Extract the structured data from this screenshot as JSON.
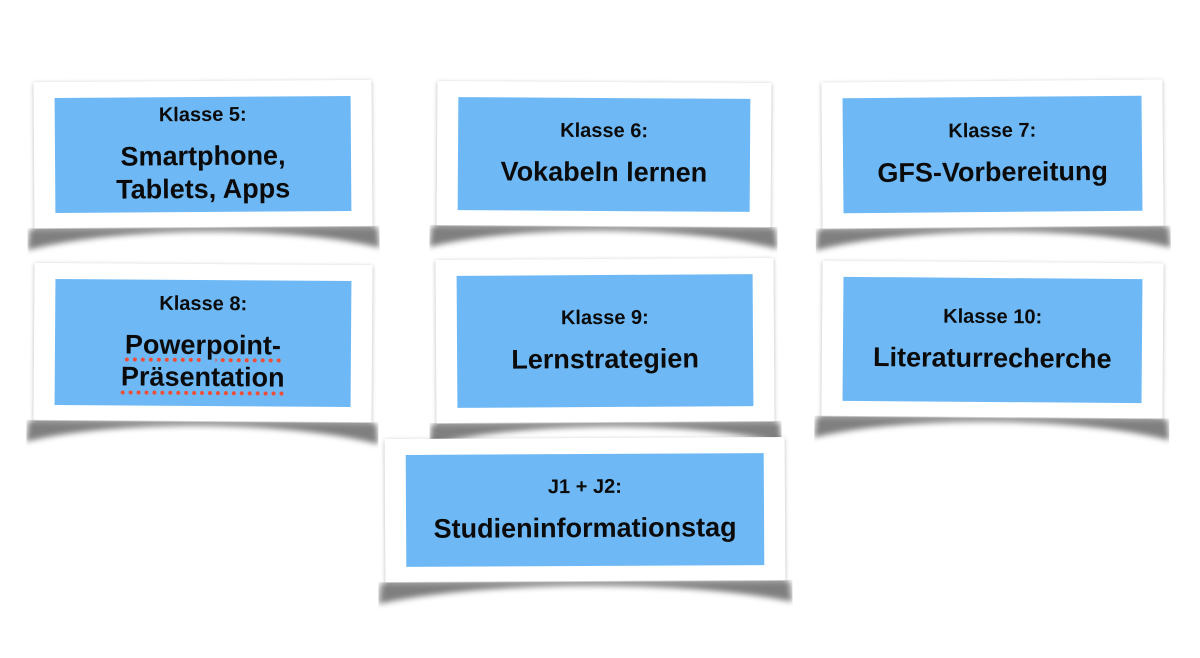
{
  "slide": {
    "background": "#ffffff",
    "panel_color": "#6EB9F5",
    "text_color": "#0b0b0b",
    "spellcheck_underline_color": "#ee4e38"
  },
  "cards": [
    {
      "label": "Klasse 5:",
      "title": "Smartphone, Tablets, Apps"
    },
    {
      "label": "Klasse 6:",
      "title": "Vokabeln lernen"
    },
    {
      "label": "Klasse 7:",
      "title": "GFS-Vorbereitung"
    },
    {
      "label": "Klasse 8:",
      "title": "Powerpoint-Präsentation",
      "underline": true
    },
    {
      "label": "Klasse 9:",
      "title": "Lernstrategien"
    },
    {
      "label": "Klasse 10:",
      "title": "Literaturrecherche"
    },
    {
      "label": "J1 + J2:",
      "title": "Studieninformationstag"
    }
  ]
}
